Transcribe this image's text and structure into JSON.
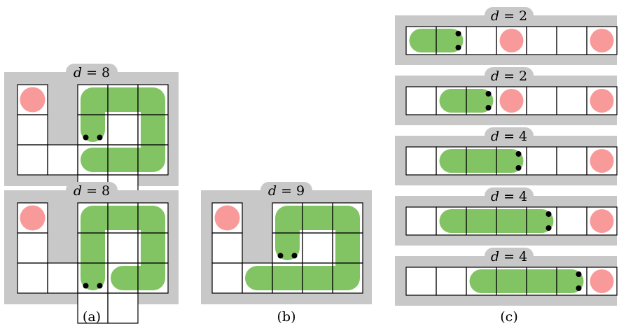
{
  "panels": [
    {
      "caption": "(a)",
      "boards": [
        {
          "label": "d = 8",
          "cells": [
            [
              0,
              0
            ],
            [
              0,
              1
            ],
            [
              0,
              2
            ],
            [
              1,
              2
            ],
            [
              2,
              0
            ],
            [
              2,
              1
            ],
            [
              2,
              2
            ],
            [
              2,
              3
            ],
            [
              3,
              0
            ],
            [
              3,
              1
            ],
            [
              3,
              2
            ],
            [
              3,
              3
            ],
            [
              4,
              0
            ],
            [
              4,
              1
            ],
            [
              4,
              2
            ]
          ],
          "food": [
            0,
            0
          ],
          "snake": [
            [
              2,
              1
            ],
            [
              2,
              0
            ],
            [
              3,
              0
            ],
            [
              4,
              0
            ],
            [
              4,
              1
            ],
            [
              4,
              2
            ],
            [
              3,
              2
            ],
            [
              2,
              2
            ]
          ],
          "head": [
            2,
            1
          ]
        },
        {
          "label": "d = 8",
          "cells": [
            [
              0,
              0
            ],
            [
              0,
              1
            ],
            [
              0,
              2
            ],
            [
              1,
              2
            ],
            [
              2,
              0
            ],
            [
              2,
              1
            ],
            [
              2,
              2
            ],
            [
              2,
              3
            ],
            [
              3,
              0
            ],
            [
              3,
              1
            ],
            [
              3,
              2
            ],
            [
              3,
              3
            ],
            [
              4,
              0
            ],
            [
              4,
              1
            ],
            [
              4,
              2
            ]
          ],
          "food": [
            0,
            0
          ],
          "snake": [
            [
              2,
              2
            ],
            [
              2,
              1
            ],
            [
              2,
              0
            ],
            [
              3,
              0
            ],
            [
              4,
              0
            ],
            [
              4,
              1
            ],
            [
              4,
              2
            ],
            [
              3,
              2
            ]
          ],
          "head": [
            2,
            2
          ]
        }
      ]
    },
    {
      "caption": "(b)",
      "boards": [
        {
          "label": "d = 9",
          "cells": [
            [
              0,
              0
            ],
            [
              0,
              1
            ],
            [
              0,
              2
            ],
            [
              1,
              2
            ],
            [
              2,
              0
            ],
            [
              2,
              1
            ],
            [
              2,
              2
            ],
            [
              3,
              0
            ],
            [
              3,
              1
            ],
            [
              3,
              2
            ],
            [
              4,
              0
            ],
            [
              4,
              1
            ],
            [
              4,
              2
            ]
          ],
          "food": [
            0,
            0
          ],
          "snake": [
            [
              2,
              1
            ],
            [
              2,
              0
            ],
            [
              3,
              0
            ],
            [
              4,
              0
            ],
            [
              4,
              1
            ],
            [
              4,
              2
            ],
            [
              3,
              2
            ],
            [
              2,
              2
            ],
            [
              1,
              2
            ]
          ],
          "head": [
            2,
            1
          ]
        }
      ]
    },
    {
      "caption": "(c)",
      "boards": [
        {
          "label": "d = 2",
          "cols": 7,
          "food": [
            3,
            6
          ],
          "snake_from": 0,
          "snake_to": 1,
          "head": 1
        },
        {
          "label": "d = 2",
          "cols": 7,
          "food": [
            3,
            6
          ],
          "snake_from": 1,
          "snake_to": 2,
          "head": 2
        },
        {
          "label": "d = 4",
          "cols": 7,
          "food": [
            6
          ],
          "snake_from": 1,
          "snake_to": 3,
          "head": 3
        },
        {
          "label": "d = 4",
          "cols": 7,
          "food": [
            6
          ],
          "snake_from": 1,
          "snake_to": 4,
          "head": 4
        },
        {
          "label": "d = 4",
          "cols": 7,
          "food": [
            6
          ],
          "snake_from": 2,
          "snake_to": 5,
          "head": 5
        }
      ]
    }
  ],
  "colors": {
    "panel_bg": "#c8c8c8",
    "snake": "#82c464",
    "food": "#f99a9a",
    "grid_line": "#000000",
    "cell_fill": "#ffffff"
  }
}
